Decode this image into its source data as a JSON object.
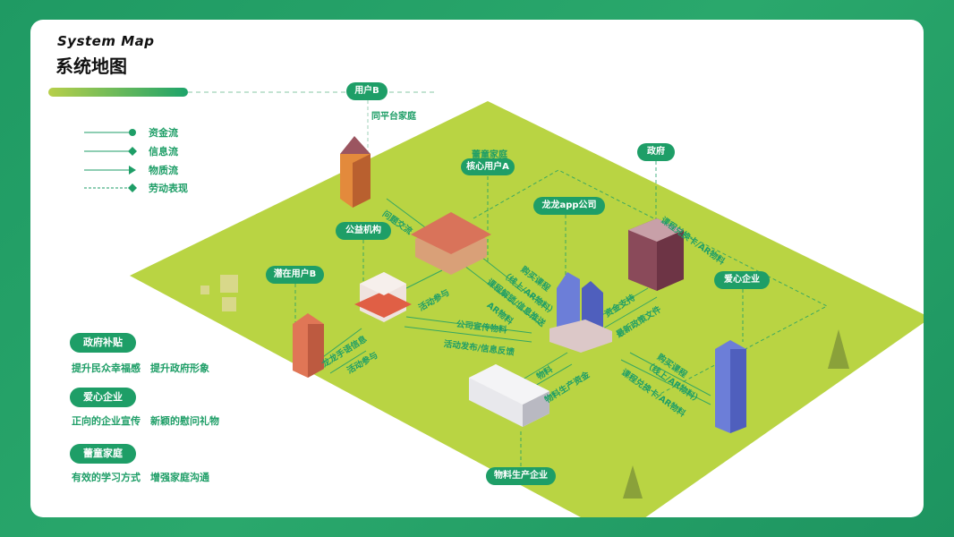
{
  "header": {
    "title_en": "System Map",
    "title_cn": "系统地图"
  },
  "legend": [
    {
      "label": "资金流",
      "marker": "circle"
    },
    {
      "label": "信息流",
      "marker": "diamond"
    },
    {
      "label": "物质流",
      "marker": "arrow"
    },
    {
      "label": "劳动表现",
      "marker": "dashed-diamond"
    }
  ],
  "nodes": {
    "user_b": "用户B",
    "user_b_sub": "同平台家庭",
    "core_user_a": "核心用户A",
    "core_user_a_sub": "蕾童家庭",
    "government": "政府",
    "app_company": "龙龙app公司",
    "charity": "公益机构",
    "potential_user_b": "潜在用户B",
    "caring_enterprise": "爱心企业",
    "material_producer": "物料生产企业"
  },
  "flows": {
    "problem_exchange": "问题交流",
    "buy_course": "购买课程",
    "buy_course_sub": "（线上/AR物料）",
    "course_unlock": "课程解锁/信息推送",
    "ar_material": "AR物料",
    "activity_join_1": "活动参与",
    "sign_info": "龙龙手语信息",
    "activity_join_2": "活动参与",
    "company_promo": "公司宣传物料",
    "activity_release": "活动发布/信息反馈",
    "fund_support": "资金支持",
    "policy_docs": "最新政策文件",
    "gov_course_card": "课程兑换卡/AR物料",
    "material": "物料",
    "material_fund": "物料生产资金",
    "buy_course_2": "购买课程",
    "buy_course_2_sub": "（线上/AR物料）",
    "course_card_2": "课程兑换卡/AR物料"
  },
  "side_panel": [
    {
      "title": "政府补贴",
      "text": "提升民众幸福感　提升政府形象"
    },
    {
      "title": "爱心企业",
      "text": "正向的企业宣传　新颖的慰问礼物"
    },
    {
      "title": "蕾童家庭",
      "text": "有效的学习方式　增强家庭沟通"
    }
  ],
  "colors": {
    "accent": "#1e9e67",
    "ground": "#b9d443",
    "bg": "#23a268"
  }
}
